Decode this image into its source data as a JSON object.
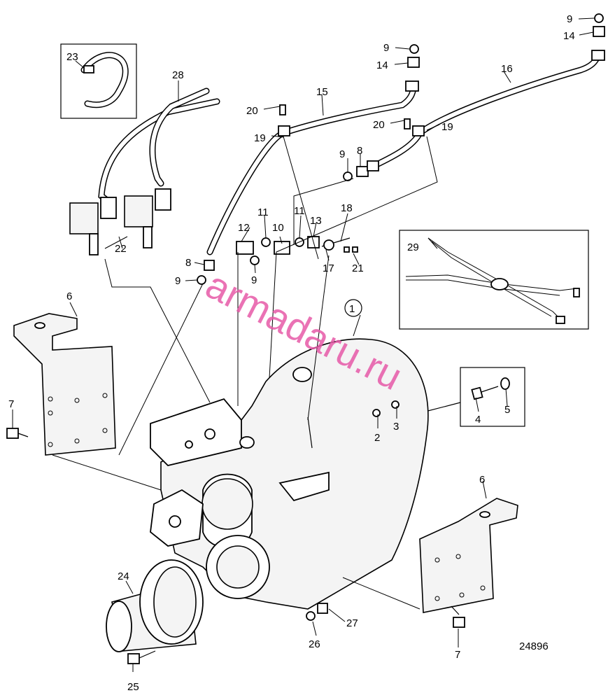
{
  "diagram_number": "24896",
  "watermark": "armadaru.ru",
  "part_callouts": [
    "1",
    "2",
    "3",
    "4",
    "5",
    "6",
    "6",
    "7",
    "7",
    "8",
    "8",
    "9",
    "9",
    "9",
    "9",
    "9",
    "10",
    "11",
    "11",
    "12",
    "13",
    "14",
    "14",
    "15",
    "16",
    "17",
    "18",
    "19",
    "19",
    "20",
    "20",
    "21",
    "22",
    "23",
    "24",
    "25",
    "26",
    "27",
    "28",
    "29"
  ]
}
